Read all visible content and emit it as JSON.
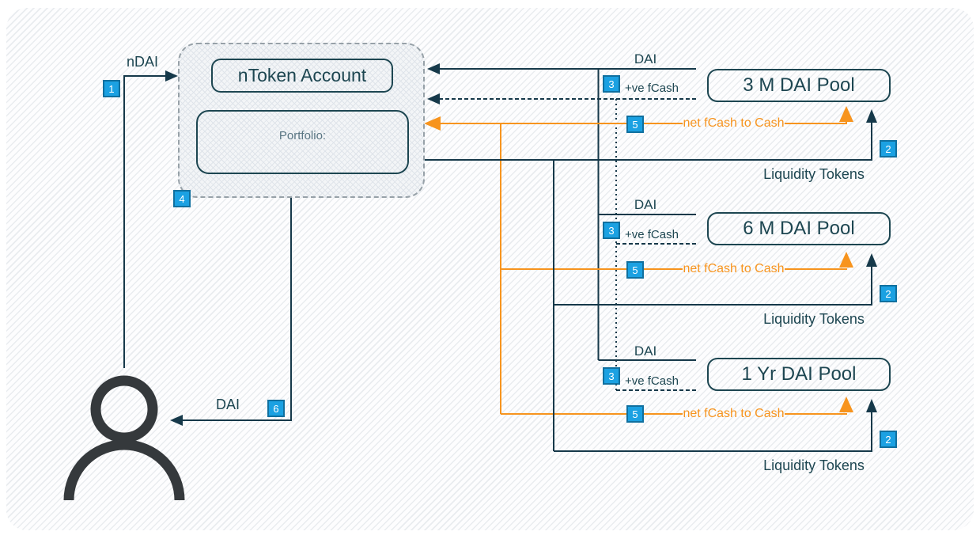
{
  "diagram": {
    "ntoken": {
      "title": "nToken Account",
      "portfolio_label": "Portfolio:"
    },
    "pools": [
      {
        "name": "3 M DAI Pool"
      },
      {
        "name": "6 M DAI Pool"
      },
      {
        "name": "1 Yr DAI Pool"
      }
    ],
    "edge_labels": {
      "ndai": "nDAI",
      "dai": "DAI",
      "pos_fcash": "+ve fCash",
      "net_fcash": "net fCash to Cash",
      "liquidity": "Liquidity Tokens"
    },
    "steps": {
      "s1": "1",
      "s2": "2",
      "s3": "3",
      "s4": "4",
      "s5": "5",
      "s6": "6"
    },
    "colors": {
      "line": "#16394a",
      "stroke": "#1d4651",
      "text": "#1d4651",
      "muted": "#5a7683",
      "orange": "#F7941E",
      "badge_fill": "#1BA1E2",
      "badge_border": "#10709F",
      "person": "#35393c"
    }
  }
}
